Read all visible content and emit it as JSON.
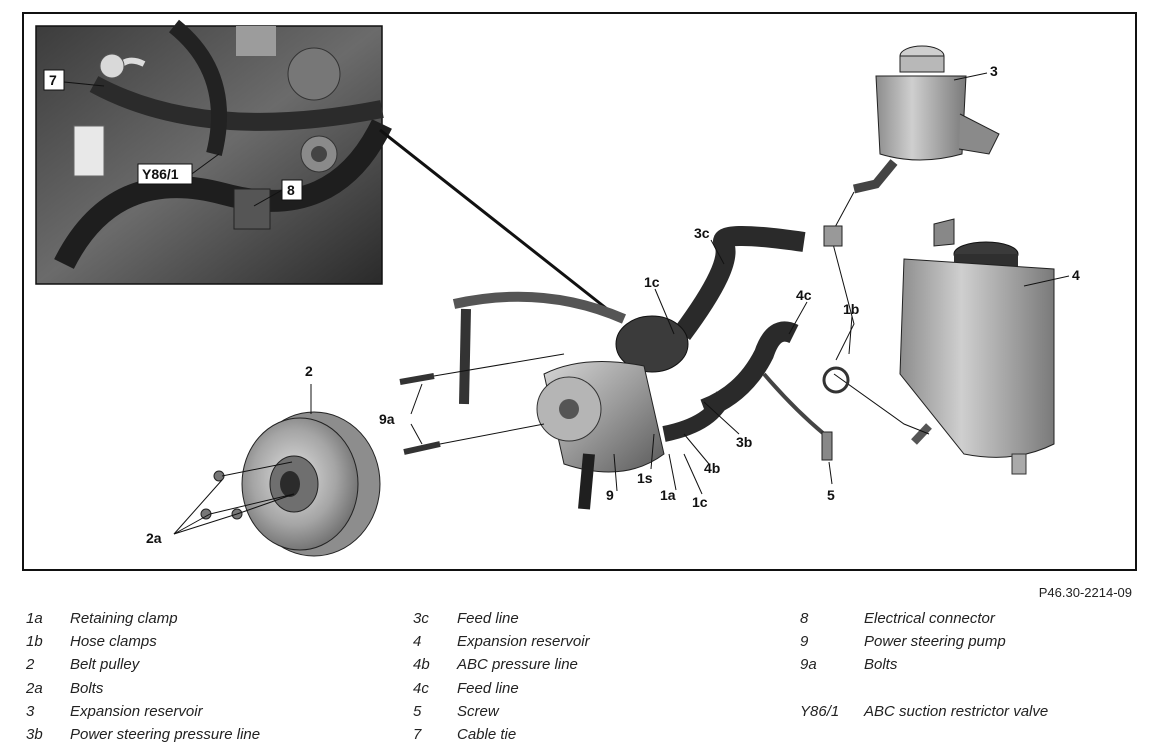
{
  "figure_ref": "P46.30-2214-09",
  "callouts": {
    "c1a": "1a",
    "c1b": "1b",
    "c1c_top": "1c",
    "c1c_bottom": "1c",
    "c1s": "1s",
    "c2": "2",
    "c2a": "2a",
    "c3": "3",
    "c3b": "3b",
    "c3c": "3c",
    "c4": "4",
    "c4b": "4b",
    "c4c": "4c",
    "c5": "5",
    "c7": "7",
    "c8": "8",
    "c9": "9",
    "c9a": "9a",
    "cY86": "Y86/1"
  },
  "legend": [
    {
      "code": "1a",
      "desc": "Retaining clamp"
    },
    {
      "code": "1b",
      "desc": "Hose clamps"
    },
    {
      "code": "2",
      "desc": "Belt pulley"
    },
    {
      "code": "2a",
      "desc": "Bolts"
    },
    {
      "code": "3",
      "desc": "Expansion reservoir"
    },
    {
      "code": "3b",
      "desc": "Power steering pressure line"
    },
    {
      "code": "3c",
      "desc": "Feed line"
    },
    {
      "code": "4",
      "desc": "Expansion reservoir"
    },
    {
      "code": "4b",
      "desc": "ABC pressure line"
    },
    {
      "code": "4c",
      "desc": "Feed line"
    },
    {
      "code": "5",
      "desc": "Screw"
    },
    {
      "code": "7",
      "desc": "Cable tie"
    },
    {
      "code": "8",
      "desc": "Electrical connector"
    },
    {
      "code": "9",
      "desc": "Power steering pump"
    },
    {
      "code": "9a",
      "desc": "Bolts"
    },
    {
      "code": "Y86/1",
      "desc": "ABC suction restrictor valve"
    }
  ]
}
